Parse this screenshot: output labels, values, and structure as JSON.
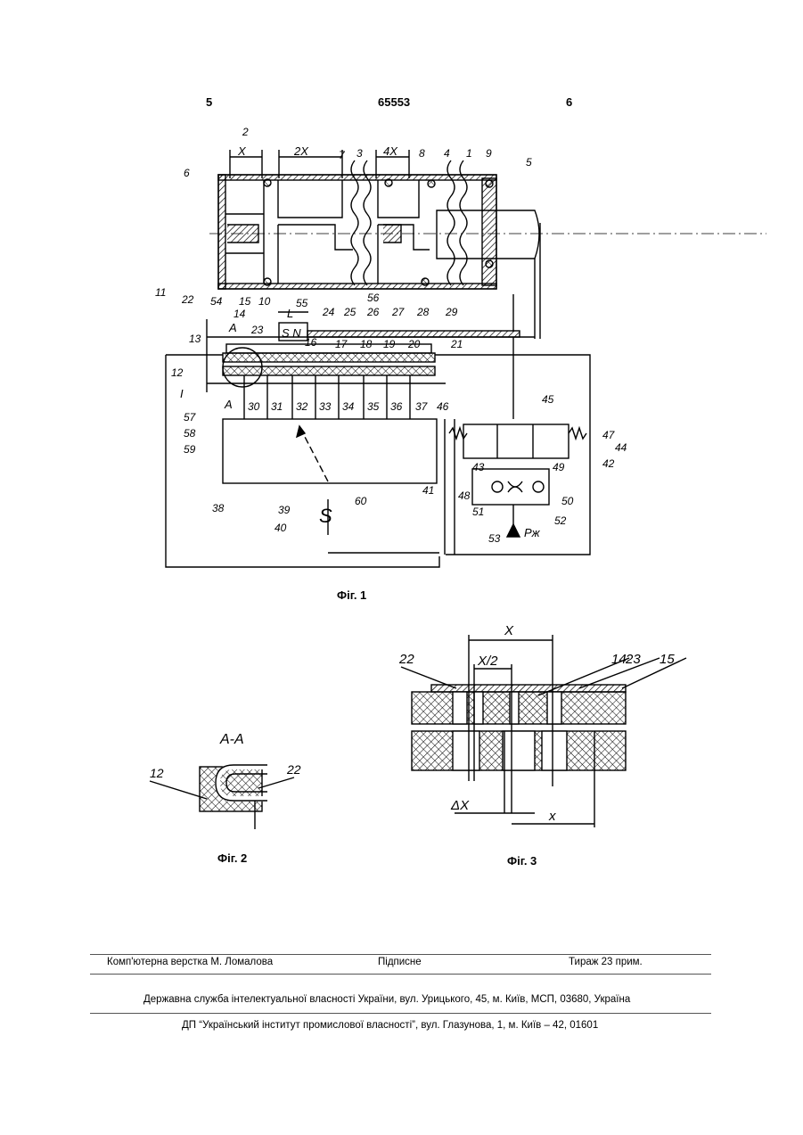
{
  "header": {
    "page_left": "5",
    "patent_number": "65553",
    "page_right": "6"
  },
  "figures": {
    "fig1": {
      "caption": "Фіг. 1",
      "dims": {
        "x": "X",
        "two_x": "2X",
        "four_x": "4X",
        "l": "L"
      },
      "magnet": "S N",
      "section_marker": "A",
      "detail_marker": "I",
      "sensor_symbol": "S",
      "pressure_label": "Рж",
      "labels": [
        "1",
        "2",
        "3",
        "4",
        "5",
        "6",
        "7",
        "8",
        "9",
        "10",
        "11",
        "12",
        "13",
        "14",
        "15",
        "16",
        "17",
        "18",
        "19",
        "20",
        "21",
        "22",
        "23",
        "24",
        "25",
        "26",
        "27",
        "28",
        "29",
        "30",
        "31",
        "32",
        "33",
        "34",
        "35",
        "36",
        "37",
        "38",
        "39",
        "40",
        "41",
        "42",
        "43",
        "44",
        "45",
        "46",
        "47",
        "48",
        "49",
        "50",
        "51",
        "52",
        "53",
        "54",
        "55",
        "56",
        "57",
        "58",
        "59",
        "60"
      ]
    },
    "fig2": {
      "caption": "Фіг. 2",
      "title": "A-A",
      "labels": [
        "12",
        "22"
      ]
    },
    "fig3": {
      "caption": "Фіг. 3",
      "dims": {
        "x_top": "X",
        "x_half": "X/2",
        "dx": "ΔX",
        "x_bottom": "x"
      },
      "labels": [
        "22",
        "14",
        "23",
        "15"
      ]
    }
  },
  "footer": {
    "layout_by": "Комп'ютерна верстка М. Ломалова",
    "signed": "Підписне",
    "circulation": "Тираж 23 прим.",
    "office": "Державна служба інтелектуальної власності України, вул. Урицького, 45, м. Київ, МСП, 03680, Україна",
    "institute": "ДП “Український інститут промислової власності”, вул. Глазунова, 1, м. Київ – 42, 01601"
  }
}
